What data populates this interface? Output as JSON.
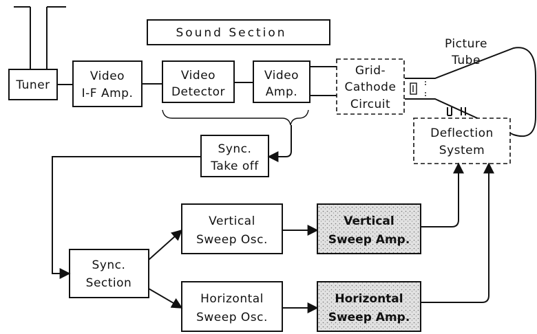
{
  "blocks": {
    "sound_section": "Sound  Section",
    "tuner": "Tuner",
    "video_if_amp": [
      "Video",
      "I-F Amp."
    ],
    "video_detector": [
      "Video",
      "Detector"
    ],
    "video_amp": [
      "Video",
      "Amp."
    ],
    "grid_cathode": [
      "Grid-",
      "Cathode",
      "Circuit"
    ],
    "picture_tube": [
      "Picture",
      "Tube"
    ],
    "deflection": [
      "Deflection",
      "System"
    ],
    "sync_takeoff": [
      "Sync.",
      "Take off"
    ],
    "sync_section": [
      "Sync.",
      "Section"
    ],
    "vertical_osc": [
      "Vertical",
      "Sweep Osc."
    ],
    "horizontal_osc": [
      "Horizontal",
      "Sweep Osc."
    ],
    "vertical_amp": [
      "Vertical",
      "Sweep Amp."
    ],
    "horizontal_amp": [
      "Horizontal",
      "Sweep Amp."
    ]
  },
  "styles": {
    "stroke_color": "#111111",
    "shade_color": "#d8d8d8"
  }
}
